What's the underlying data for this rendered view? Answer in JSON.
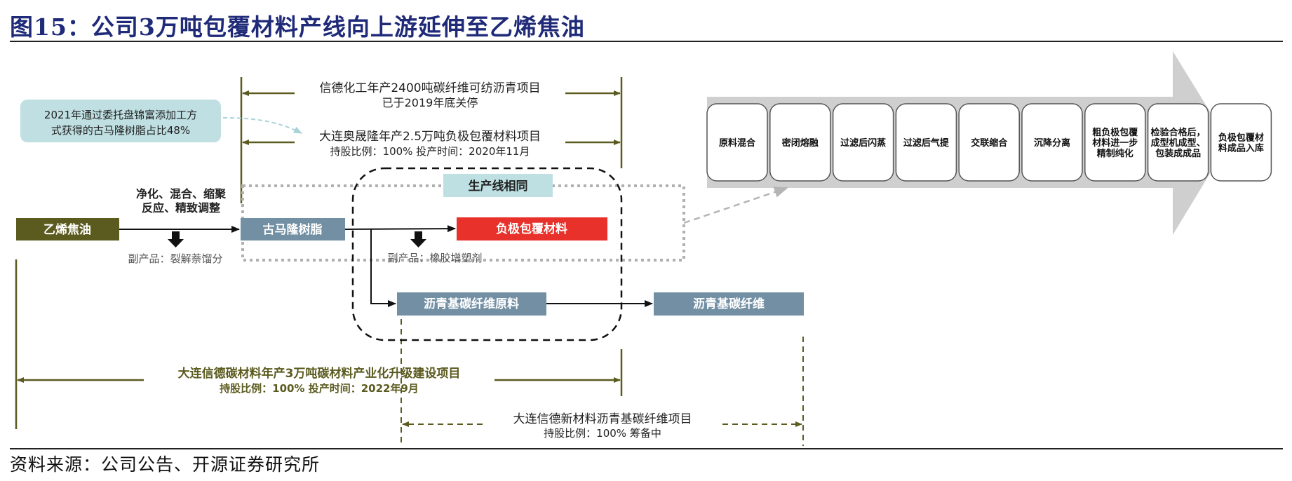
{
  "title": "图15：公司3万吨包覆材料产线向上游延伸至乙烯焦油",
  "source": "资料来源：公司公告、开源证券研究所",
  "colors": {
    "olive": "#5b5a1f",
    "steel_blue": "#728fa3",
    "red": "#e8312a",
    "callout_bg": "#bfdfe2",
    "arrow_gray": "#cfcfcf"
  },
  "callout": {
    "line1": "2021年通过委托盘锦富添加工方",
    "line2": "式获得的古马隆树脂占比48%"
  },
  "projects": {
    "xinde_2400": {
      "line1": "信德化工年产2400吨碳纤维可纺沥青项目",
      "line2": "已于2019年底关停"
    },
    "aoshenglong": {
      "line1": "大连奥晟隆年产2.5万吨负极包覆材料项目",
      "line2": "持股比例：100% 投产时间：2020年11月"
    },
    "xinde_30k": {
      "line1": "大连信德碳材料年产3万吨碳材料产业化升级建设项目",
      "line2": "持股比例：100% 投产时间：2022年9月"
    },
    "xinde_new_material": {
      "line1": "大连信德新材料沥青基碳纤维项目",
      "line2": "持股比例：100%    筹备中"
    }
  },
  "flow": {
    "process_label_line1": "净化、混合、缩聚",
    "process_label_line2": "反应、精致调整",
    "nodes": {
      "ethylene_tar": "乙烯焦油",
      "coumarone_resin": "古马隆树脂",
      "anode_coating": "负极包覆材料",
      "pitch_cf_raw": "沥青基碳纤维原料",
      "pitch_cf": "沥青基碳纤维"
    },
    "byproduct_1": "副产品：裂解萘馏分",
    "byproduct_2": "副产品：橡胶增塑剂",
    "same_line_label": "生产线相同"
  },
  "process_steps": [
    {
      "lines": [
        "原料混合"
      ]
    },
    {
      "lines": [
        "密闭熔融"
      ]
    },
    {
      "lines": [
        "过滤后闪蒸"
      ]
    },
    {
      "lines": [
        "过滤后气提"
      ]
    },
    {
      "lines": [
        "交联缩合"
      ]
    },
    {
      "lines": [
        "沉降分离"
      ]
    },
    {
      "lines": [
        "粗负极包覆",
        "材料进一步",
        "精制纯化"
      ]
    },
    {
      "lines": [
        "检验合格后，",
        "成型机成型、",
        "包装成成品"
      ]
    },
    {
      "lines": [
        "负极包覆材",
        "料成品入库"
      ]
    }
  ]
}
